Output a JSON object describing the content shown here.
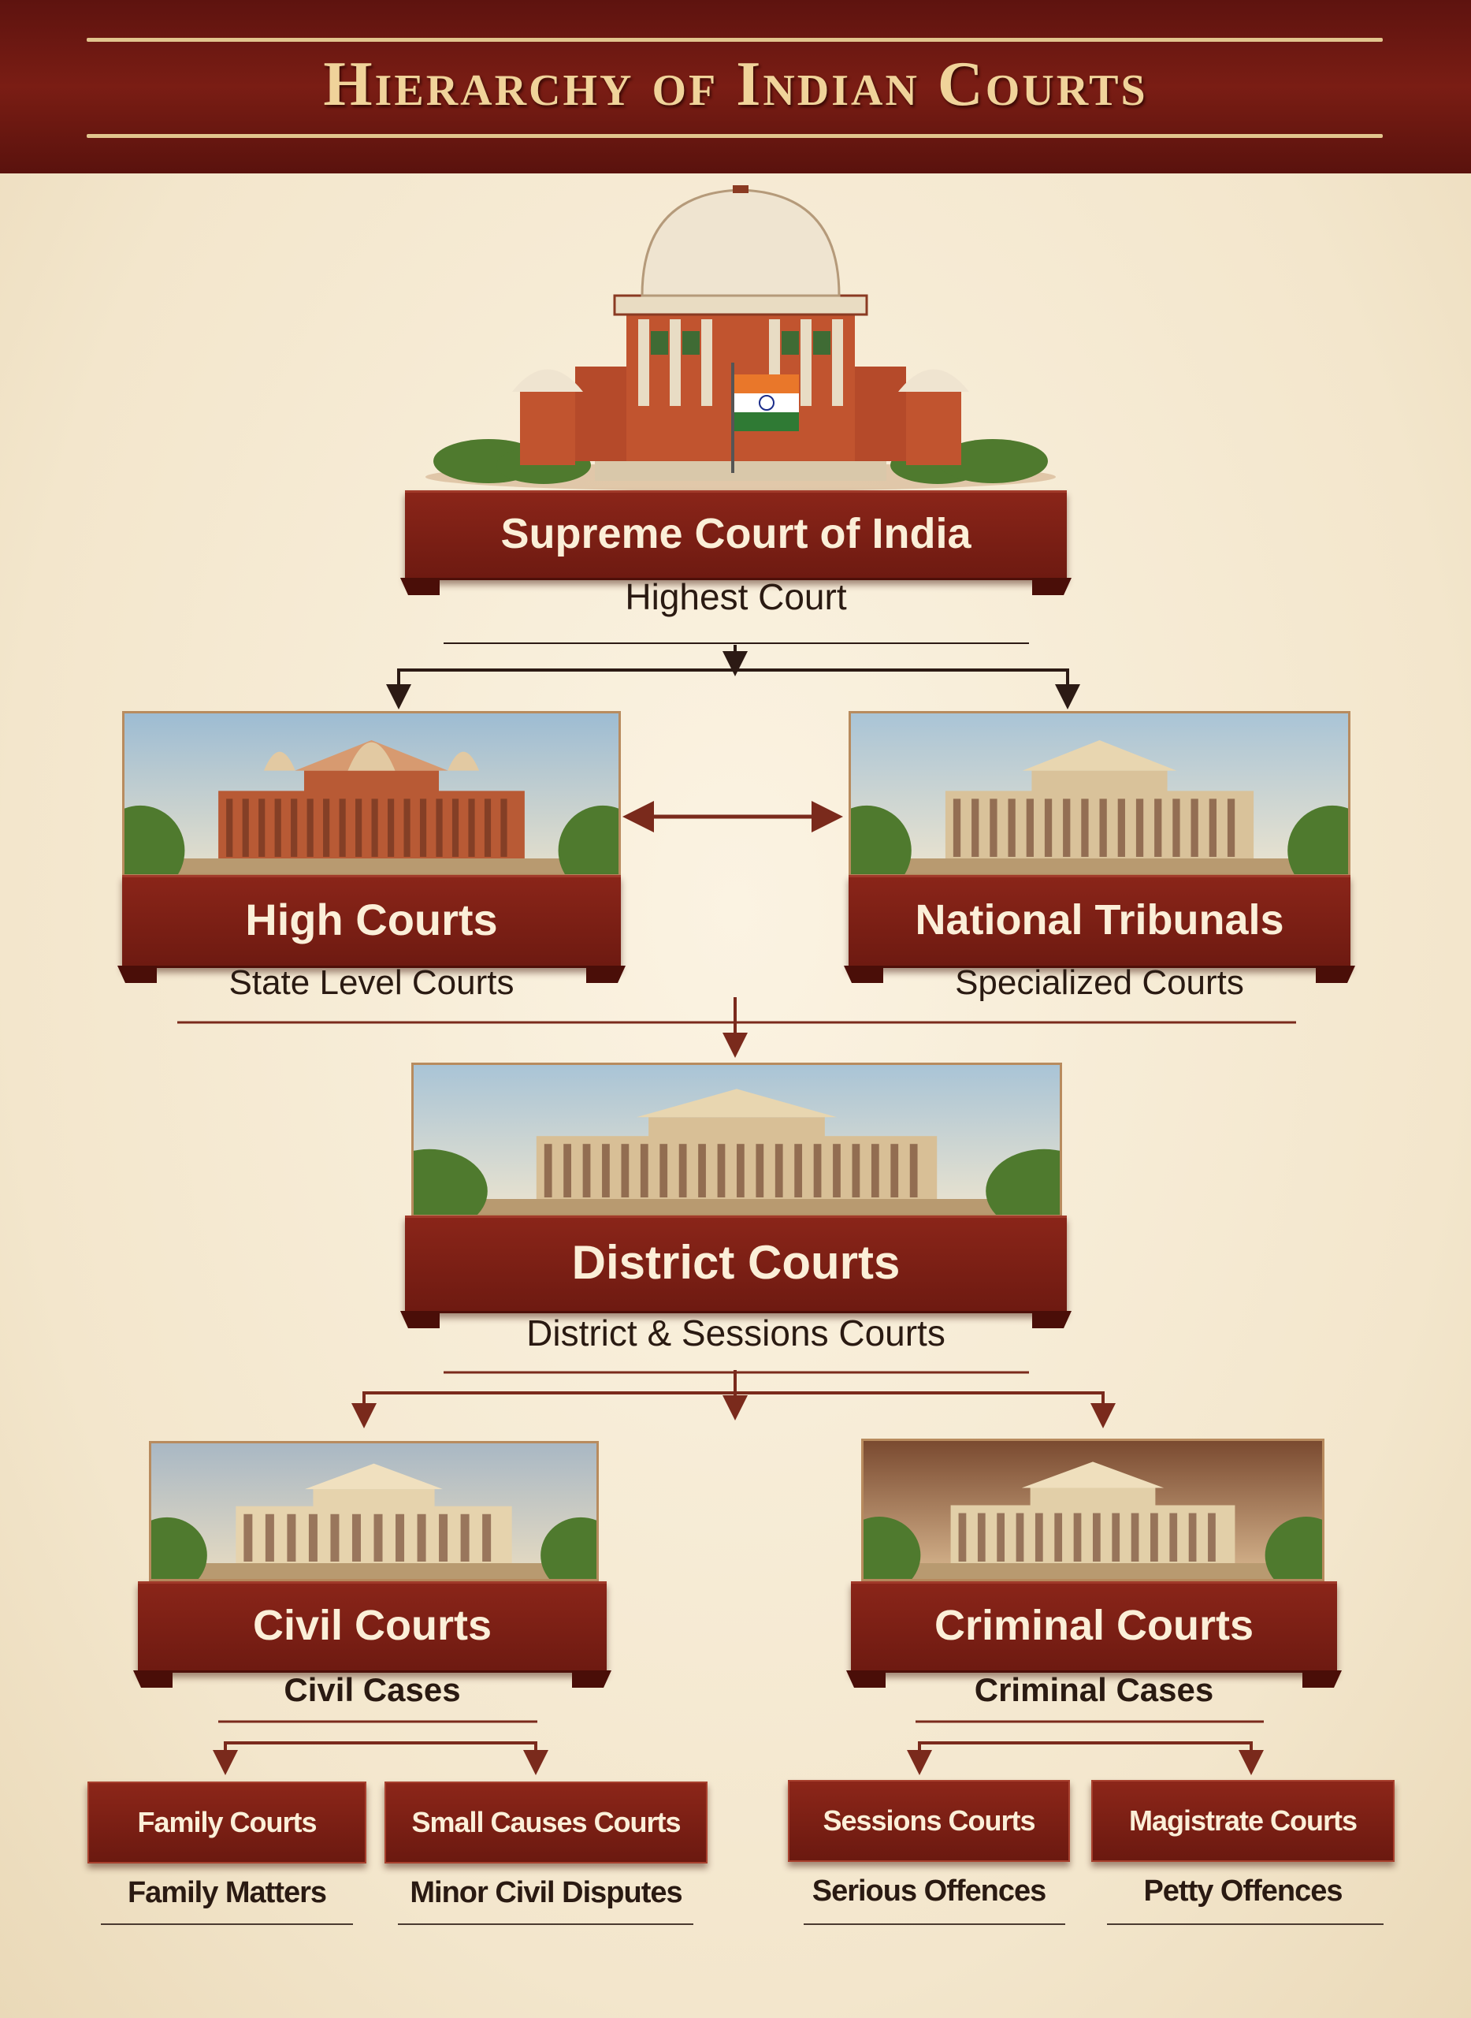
{
  "header": {
    "title": "Hierarchy of Indian Courts"
  },
  "colors": {
    "maroon": "#7a1d14",
    "gold": "#f0d39a",
    "background": "#f6ecd6"
  },
  "levels": {
    "supreme": {
      "title": "Supreme Court of India",
      "subtitle": "Highest Court"
    },
    "high": {
      "title": "High Courts",
      "subtitle": "State Level Courts"
    },
    "tribunals": {
      "title": "National Tribunals",
      "subtitle": "Specialized Courts"
    },
    "district": {
      "title": "District Courts",
      "subtitle": "District & Sessions Courts"
    },
    "civil": {
      "title": "Civil Courts",
      "subtitle": "Civil Cases"
    },
    "criminal": {
      "title": "Criminal Courts",
      "subtitle": "Criminal Cases"
    },
    "family": {
      "title": "Family Courts",
      "subtitle": "Family Matters"
    },
    "small_causes": {
      "title": "Small Causes Courts",
      "subtitle": "Minor Civil Disputes"
    },
    "sessions": {
      "title": "Sessions Courts",
      "subtitle": "Serious Offences"
    },
    "magistrate": {
      "title": "Magistrate Courts",
      "subtitle": "Petty Offences"
    }
  }
}
